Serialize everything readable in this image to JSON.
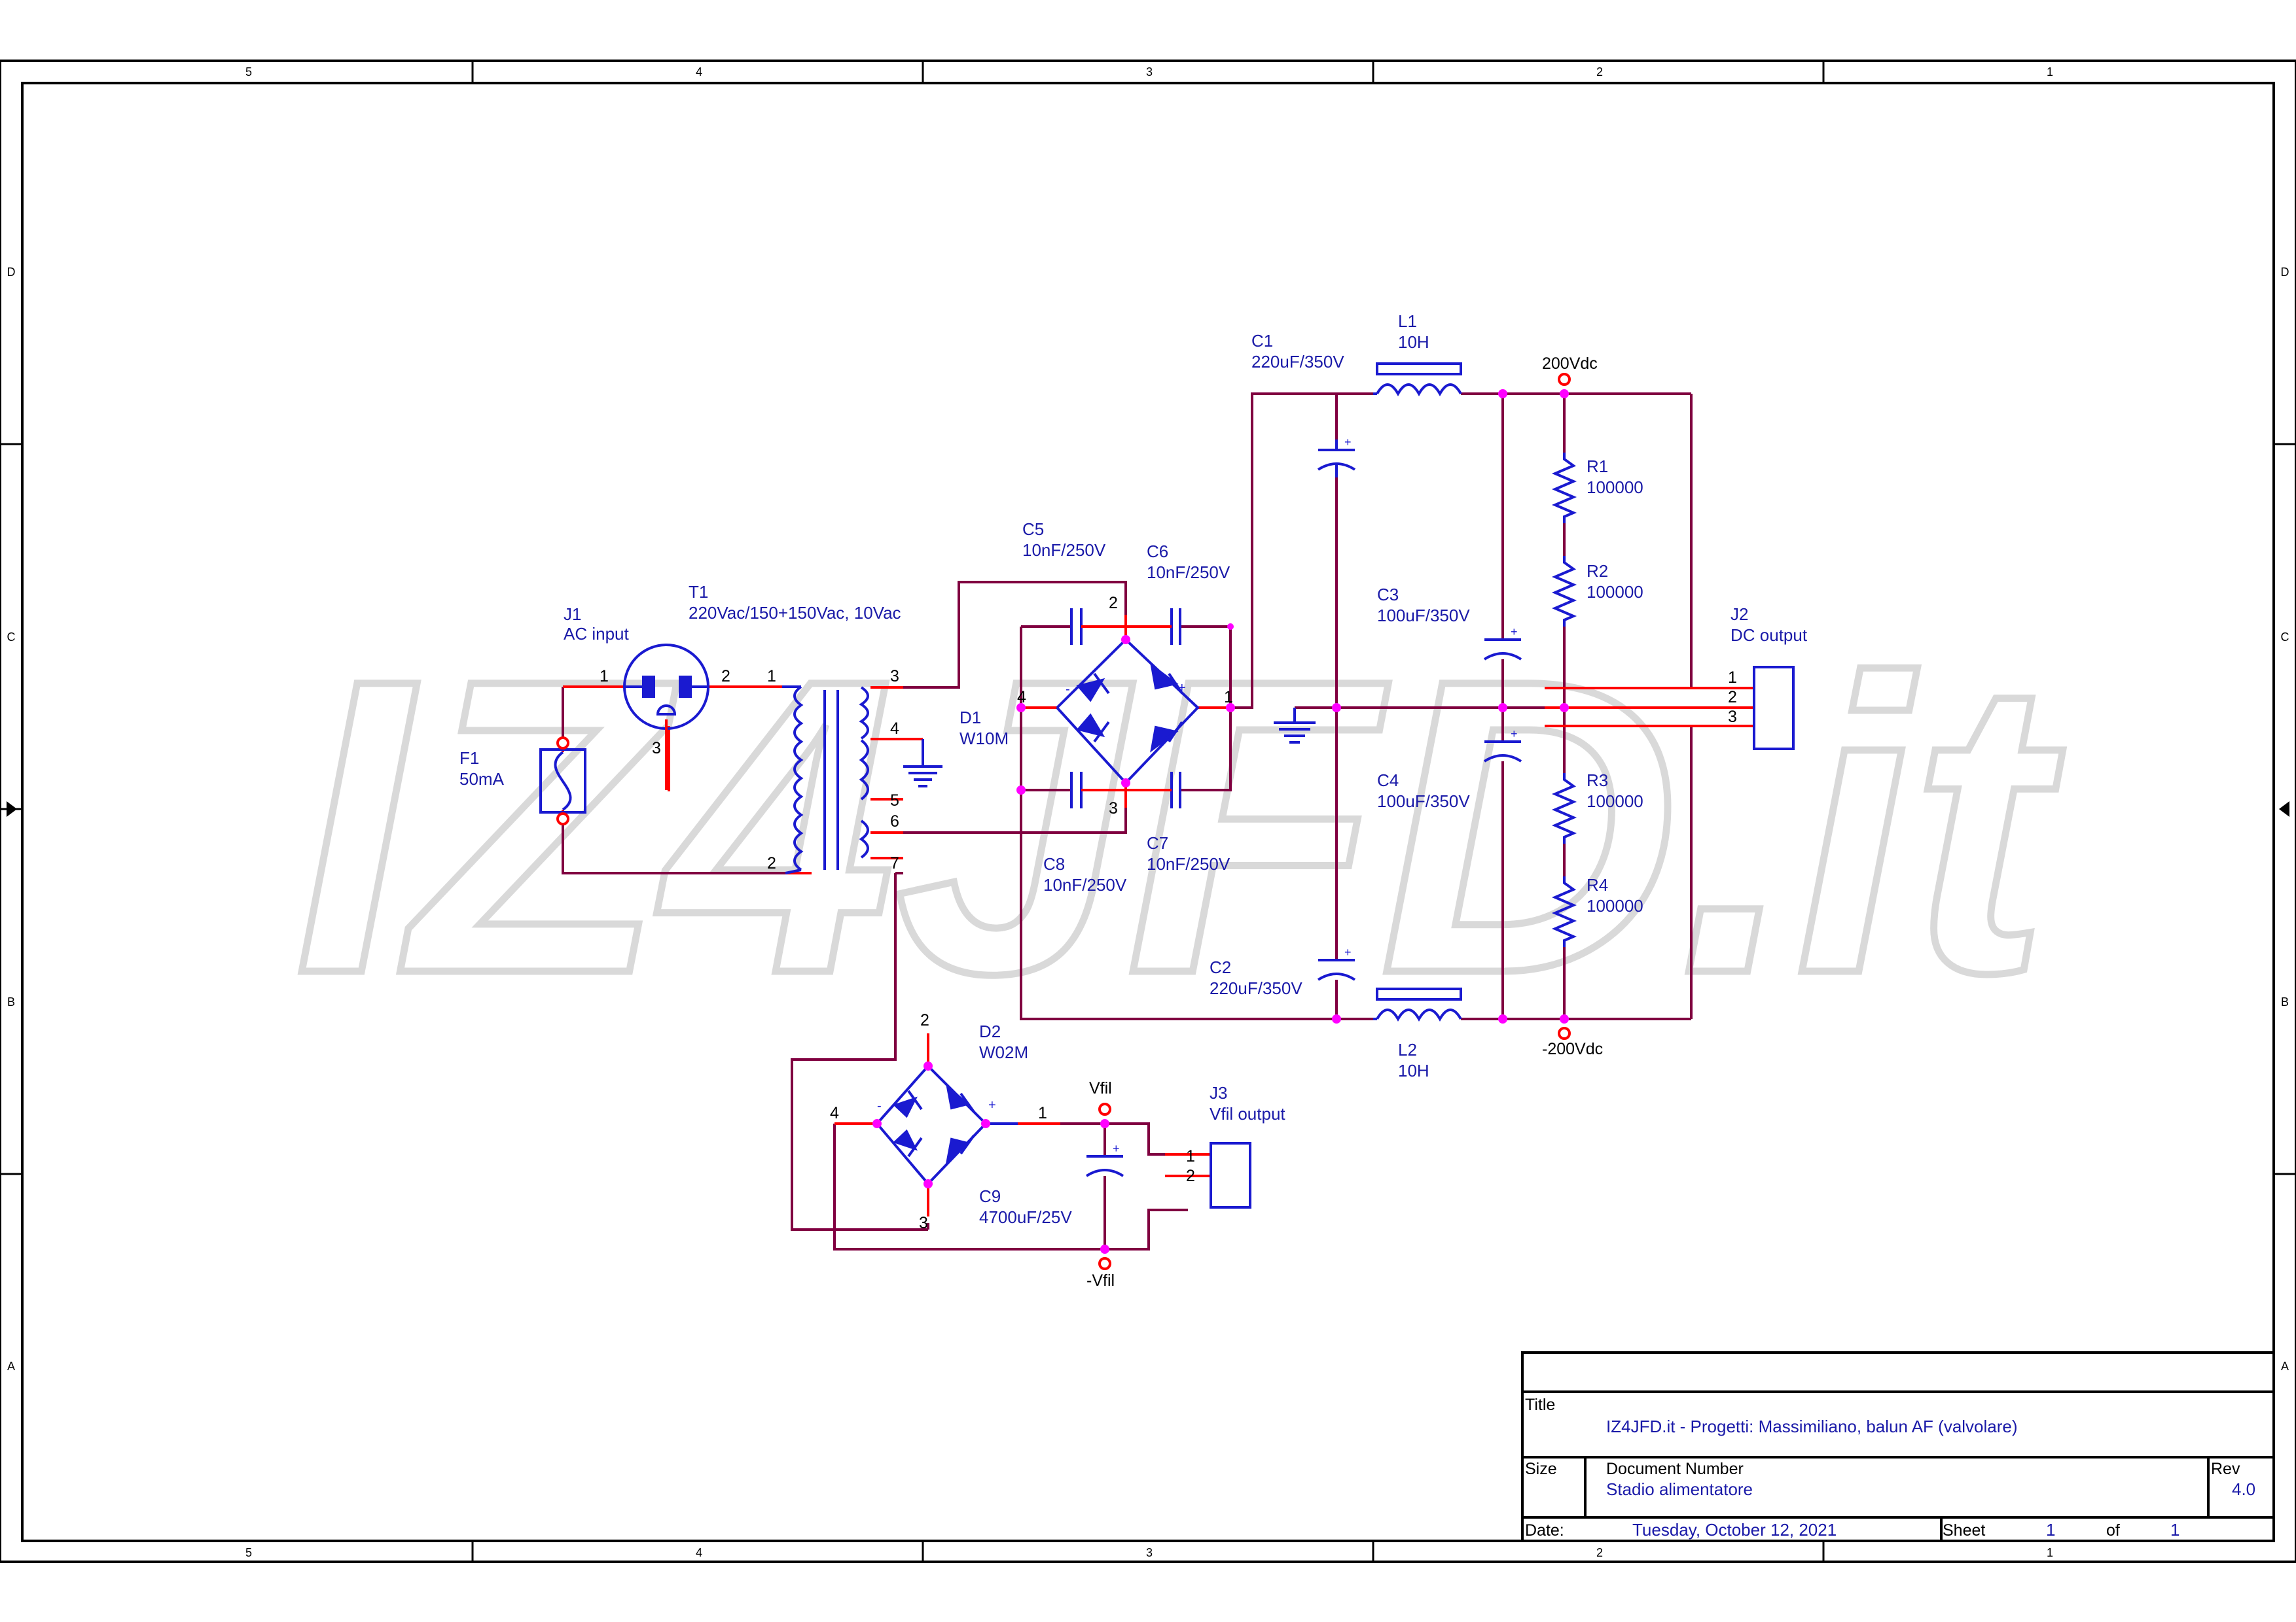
{
  "sheet": {
    "zones_columns": [
      "5",
      "4",
      "3",
      "2",
      "1"
    ],
    "zones_rows": [
      "D",
      "C",
      "B",
      "A"
    ],
    "watermark": "IZ4JFD.it"
  },
  "components": {
    "J1": {
      "ref": "J1",
      "value": "AC input"
    },
    "T1": {
      "ref": "T1",
      "value": "220Vac/150+150Vac, 10Vac"
    },
    "F1": {
      "ref": "F1",
      "value": "50mA"
    },
    "D1": {
      "ref": "D1",
      "value": "W10M"
    },
    "D2": {
      "ref": "D2",
      "value": "W02M"
    },
    "C1": {
      "ref": "C1",
      "value": "220uF/350V"
    },
    "C2": {
      "ref": "C2",
      "value": "220uF/350V"
    },
    "C3": {
      "ref": "C3",
      "value": "100uF/350V"
    },
    "C4": {
      "ref": "C4",
      "value": "100uF/350V"
    },
    "C5": {
      "ref": "C5",
      "value": "10nF/250V"
    },
    "C6": {
      "ref": "C6",
      "value": "10nF/250V"
    },
    "C7": {
      "ref": "C7",
      "value": "10nF/250V"
    },
    "C8": {
      "ref": "C8",
      "value": "10nF/250V"
    },
    "C9": {
      "ref": "C9",
      "value": "4700uF/25V"
    },
    "L1": {
      "ref": "L1",
      "value": "10H"
    },
    "L2": {
      "ref": "L2",
      "value": "10H"
    },
    "R1": {
      "ref": "R1",
      "value": "100000"
    },
    "R2": {
      "ref": "R2",
      "value": "100000"
    },
    "R3": {
      "ref": "R3",
      "value": "100000"
    },
    "R4": {
      "ref": "R4",
      "value": "100000"
    },
    "J2": {
      "ref": "J2",
      "value": "DC output"
    },
    "J3": {
      "ref": "J3",
      "value": "Vfil output"
    }
  },
  "nets": {
    "plus200": "200Vdc",
    "minus200": "-200Vdc",
    "vfil": "Vfil",
    "minus_vfil": "-Vfil"
  },
  "pins": {
    "j1_1": "1",
    "j1_2": "2",
    "j1_3": "3",
    "t1_1": "1",
    "t1_2": "2",
    "t1_3": "3",
    "t1_4": "4",
    "t1_5": "5",
    "t1_6": "6",
    "t1_7": "7",
    "d1_1": "1",
    "d1_2": "2",
    "d1_3": "3",
    "d1_4": "4",
    "d2_1": "1",
    "d2_2": "2",
    "d2_3": "3",
    "d2_4": "4",
    "j2_1": "1",
    "j2_2": "2",
    "j2_3": "3",
    "j3_1": "1",
    "j3_2": "2"
  },
  "title_block": {
    "title_label": "Title",
    "title": "IZ4JFD.it - Progetti: Massimiliano, balun AF (valvolare)",
    "size_label": "Size",
    "docnum_label": "Document Number",
    "docnum": "Stadio alimentatore",
    "rev_label": "Rev",
    "rev": "4.0",
    "date_label": "Date:",
    "date": "Tuesday, October 12, 2021",
    "sheet_label": "Sheet",
    "sheet_num": "1",
    "of_label": "of",
    "sheet_total": "1"
  },
  "colors": {
    "wire": "#800040",
    "pin_stub": "#ff0000",
    "component": "#1a1ad0",
    "junction": "#ff00ff",
    "frame": "#000000",
    "watermark": "#d9d9d9"
  }
}
